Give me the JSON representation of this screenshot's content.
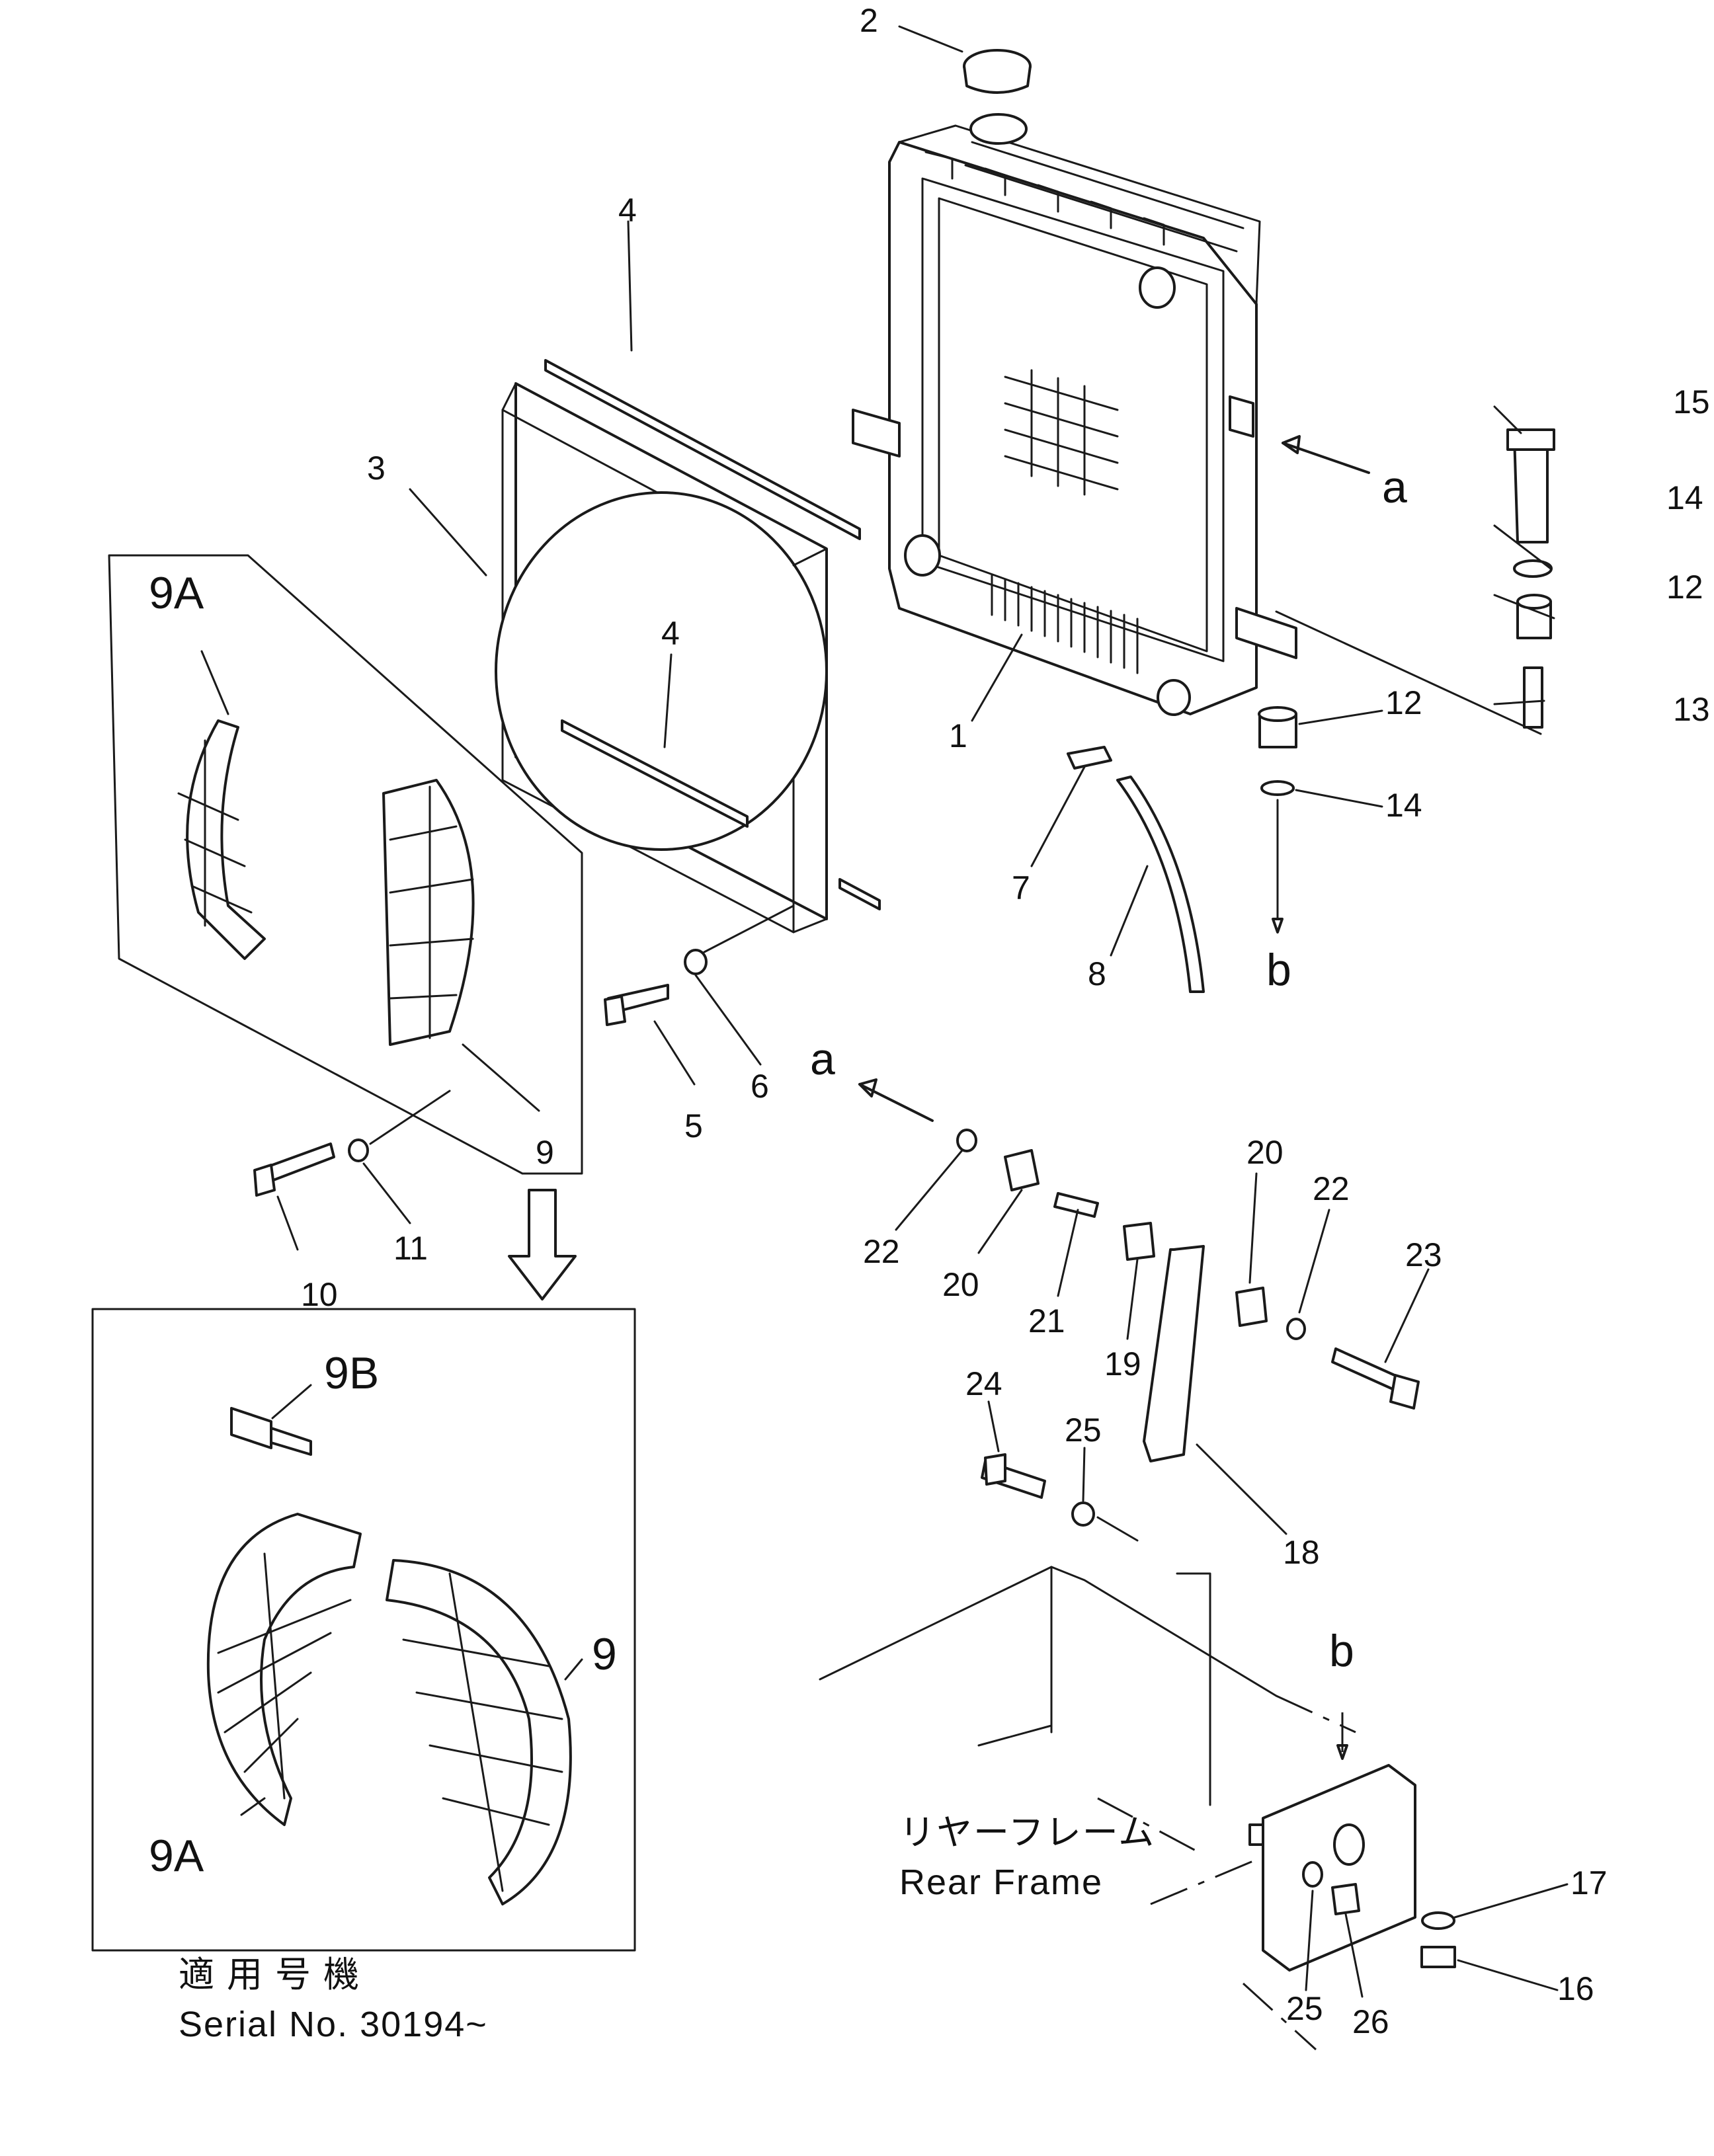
{
  "callouts": {
    "c1": "1",
    "c2": "2",
    "c3": "3",
    "c4a": "4",
    "c4b": "4",
    "c5": "5",
    "c6": "6",
    "c7": "7",
    "c8": "8",
    "c9a": "9",
    "c9b": "9",
    "c9A_a": "9A",
    "c9A_b": "9A",
    "c9B": "9B",
    "c10": "10",
    "c11": "11",
    "c12a": "12",
    "c12b": "12",
    "c13": "13",
    "c14a": "14",
    "c14b": "14",
    "c15": "15",
    "c16": "16",
    "c17": "17",
    "c18": "18",
    "c19": "19",
    "c20a": "20",
    "c20b": "20",
    "c21": "21",
    "c22a": "22",
    "c22b": "22",
    "c23": "23",
    "c24": "24",
    "c25a": "25",
    "c25b": "25",
    "c26": "26"
  },
  "ref_letters": {
    "a1": "a",
    "a2": "a",
    "b1": "b",
    "b2": "b"
  },
  "frame_label": {
    "jp": "リヤーフレーム",
    "en": "Rear Frame"
  },
  "serial_note": {
    "jp": "適 用 号 機",
    "en": "Serial No. 30194~"
  }
}
